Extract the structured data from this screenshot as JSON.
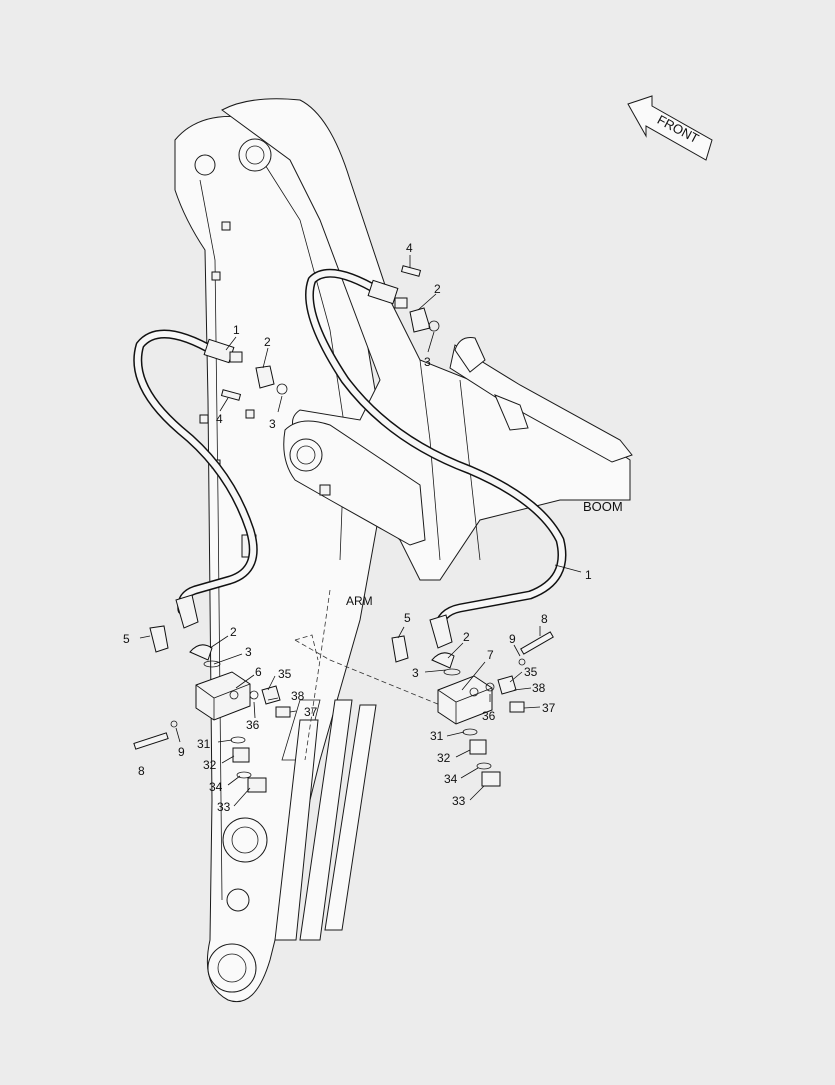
{
  "direction": {
    "label": "FRONT"
  },
  "components": {
    "boom": "BOOM",
    "arm": "ARM"
  },
  "callouts": [
    {
      "id": "c-1a",
      "text": "1"
    },
    {
      "id": "c-2a",
      "text": "2"
    },
    {
      "id": "c-3a",
      "text": "3"
    },
    {
      "id": "c-4a",
      "text": "4"
    },
    {
      "id": "c-4b",
      "text": "4"
    },
    {
      "id": "c-2b",
      "text": "2"
    },
    {
      "id": "c-3b",
      "text": "3"
    },
    {
      "id": "c-1b",
      "text": "1"
    },
    {
      "id": "c-5a",
      "text": "5"
    },
    {
      "id": "c-2c",
      "text": "2"
    },
    {
      "id": "c-3c",
      "text": "3"
    },
    {
      "id": "c-6",
      "text": "6"
    },
    {
      "id": "c-35a",
      "text": "35"
    },
    {
      "id": "c-38a",
      "text": "38"
    },
    {
      "id": "c-37a",
      "text": "37"
    },
    {
      "id": "c-36a",
      "text": "36"
    },
    {
      "id": "c-31a",
      "text": "31"
    },
    {
      "id": "c-8a",
      "text": "8"
    },
    {
      "id": "c-9a",
      "text": "9"
    },
    {
      "id": "c-32a",
      "text": "32"
    },
    {
      "id": "c-34a",
      "text": "34"
    },
    {
      "id": "c-33a",
      "text": "33"
    },
    {
      "id": "c-5b",
      "text": "5"
    },
    {
      "id": "c-2d",
      "text": "2"
    },
    {
      "id": "c-3d",
      "text": "3"
    },
    {
      "id": "c-7",
      "text": "7"
    },
    {
      "id": "c-8b",
      "text": "8"
    },
    {
      "id": "c-9b",
      "text": "9"
    },
    {
      "id": "c-35b",
      "text": "35"
    },
    {
      "id": "c-38b",
      "text": "38"
    },
    {
      "id": "c-37b",
      "text": "37"
    },
    {
      "id": "c-36b",
      "text": "36"
    },
    {
      "id": "c-31b",
      "text": "31"
    },
    {
      "id": "c-32b",
      "text": "32"
    },
    {
      "id": "c-34b",
      "text": "34"
    },
    {
      "id": "c-33b",
      "text": "33"
    }
  ]
}
